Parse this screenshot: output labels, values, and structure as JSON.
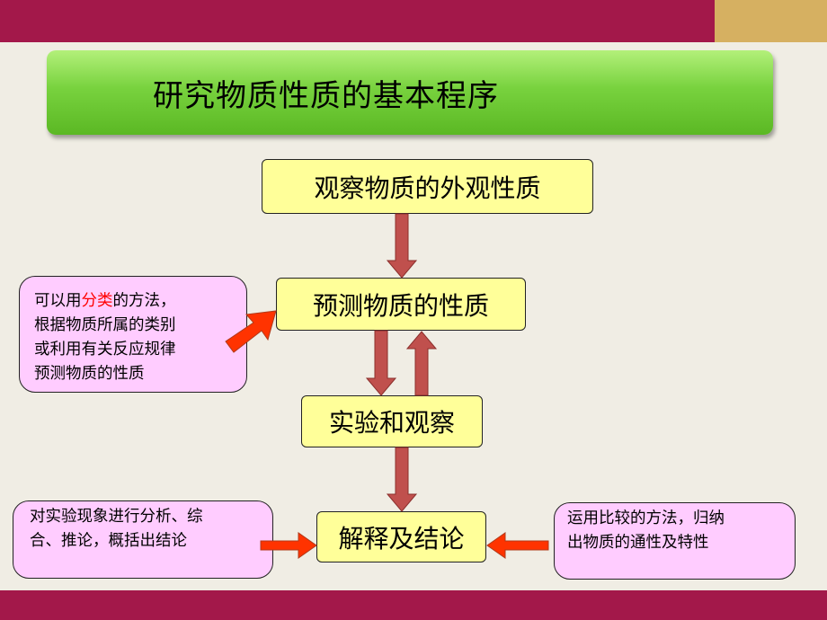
{
  "title": "研究物质性质的基本程序",
  "steps": {
    "observe": "观察物质的外观性质",
    "predict": "预测物质的性质",
    "experiment": "实验和观察",
    "conclude": "解释及结论"
  },
  "notes": {
    "predict": {
      "line1_pre": "可以用",
      "line1_highlight": "分类",
      "line1_post": "的方法，",
      "line2": "根据物质所属的类别",
      "line3": "或利用有关反应规律",
      "line4": "预测物质的性质"
    },
    "analyze": {
      "line1": "对实验现象进行分析、综",
      "line2": "合、推论，概括出结论"
    },
    "compare": {
      "line1": "运用比较的方法，归纳",
      "line2": "出物质的通性及特性"
    }
  },
  "colors": {
    "band": "#a3184a",
    "accent": "#d6b061",
    "background": "#f0ede4",
    "title_green": "#78d23e",
    "step_fill": "#ffff99",
    "note_fill": "#ffccff",
    "highlight": "#ff0000",
    "flow_arrow": "#c0504d",
    "side_arrow": "#ff3300"
  }
}
